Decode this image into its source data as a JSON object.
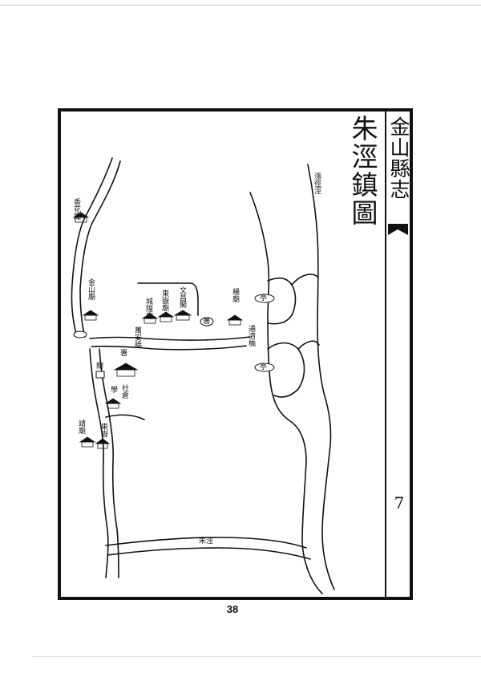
{
  "book": {
    "county_title": "金山縣志",
    "leaf_number": "7",
    "page_number": "38"
  },
  "map": {
    "title": "朱涇鎮圖",
    "river_labels": {
      "north_river": "漲徑涇",
      "south_river": "朱涇"
    },
    "places": [
      {
        "id": "nw_temple",
        "label": "香花庵"
      },
      {
        "id": "jinshan_temple",
        "label": "金山廟"
      },
      {
        "id": "west_gate",
        "label": "關"
      },
      {
        "id": "bridge_w",
        "label": "萬安橋"
      },
      {
        "id": "temple_a",
        "label": "城隍廟"
      },
      {
        "id": "temple_b",
        "label": "東嶽廟"
      },
      {
        "id": "temple_c",
        "label": "文昌閣"
      },
      {
        "id": "office",
        "label": "署"
      },
      {
        "id": "yang_temple",
        "label": "楊廟"
      },
      {
        "id": "bridge_e",
        "label": "通濟橋"
      },
      {
        "id": "shrine_1",
        "label": "亭"
      },
      {
        "id": "shrine_2",
        "label": "亭"
      },
      {
        "id": "yamen",
        "label": "署"
      },
      {
        "id": "school",
        "label": "學"
      },
      {
        "id": "granary",
        "label": "社倉"
      },
      {
        "id": "sw_temple",
        "label": "靖廟"
      },
      {
        "id": "sw_temple2",
        "label": "東嶽"
      }
    ],
    "icons": [
      "temple-icon",
      "pagoda-icon",
      "bridge-icon",
      "gate-icon"
    ]
  }
}
